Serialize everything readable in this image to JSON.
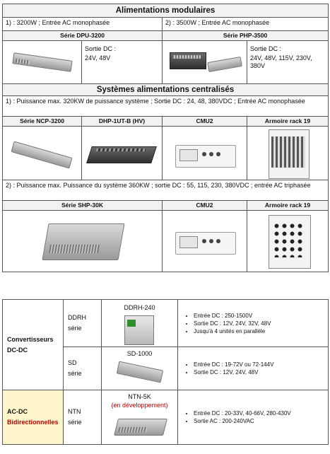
{
  "section1": {
    "title": "Alimentations  modulaires",
    "opt1": "1) : 3200W ; Entrée AC monophasée",
    "opt2": "2) : 3500W ; Entrée AC monophasée",
    "dpu_name": "Série  DPU-3200",
    "dpu_out_label": "Sortie DC :",
    "dpu_out_val": "24V, 48V",
    "php_name": "Série  PHP-3500",
    "php_out_label": "Sortie  DC :",
    "php_out_val": "24V, 48V, 115V, 230V, 380V"
  },
  "section2": {
    "title": "Systèmes alimentations centralisés",
    "desc1": "1) : Puissance max. 320KW de puissance système ; Sortie DC : 24, 48, 380VDC ; Entrée AC monophasée",
    "ncp": "Série  NCP-3200",
    "dhp": "DHP-1UT-B (HV)",
    "cmu2_a": "CMU2",
    "rack_a": "Armoire rack 19",
    "desc2": "2) : Puissance max. Puissance du système 360KW ; sortie DC : 55, 115, 230, 380VDC ; entrée AC triphasée",
    "shp": "Série  SHP-30K",
    "cmu2_b": "CMU2",
    "rack_b": "Armoire rack 19"
  },
  "section3": {
    "cat1_line1": "Convertisseurs",
    "cat1_line2": "DC-DC",
    "ddrh_series_1": "DDRH",
    "ddrh_series_2": "série",
    "ddrh_model": "DDRH-240",
    "ddrh_bullets": [
      "Entrée DC : 250-1500V",
      "Sortie DC : 12V, 24V, 32V, 48V",
      "Jusqu'à 4 unités en parallèle"
    ],
    "sd_series_1": "SD",
    "sd_series_2": "série",
    "sd_model": "SD-1000",
    "sd_bullets": [
      "Entrée DC : 19-72V ou 72-144V",
      "Sortie DC : 12V, 24V, 48V"
    ],
    "cat2_line1": "AC-DC",
    "cat2_line2": "Bidirectionnelles",
    "ntn_series_1": "NTN",
    "ntn_series_2": "série",
    "ntn_model": "NTN-5K",
    "ntn_dev": "(en  développement)",
    "ntn_bullets": [
      "Entrée DC : 20-33V, 40-66V, 280-430V",
      "Sortie AC : 200-240VAC"
    ]
  },
  "colors": {
    "header_bg": "#f2f2f2",
    "highlight_bg": "#fff5cc",
    "red_text": "#c00000"
  }
}
